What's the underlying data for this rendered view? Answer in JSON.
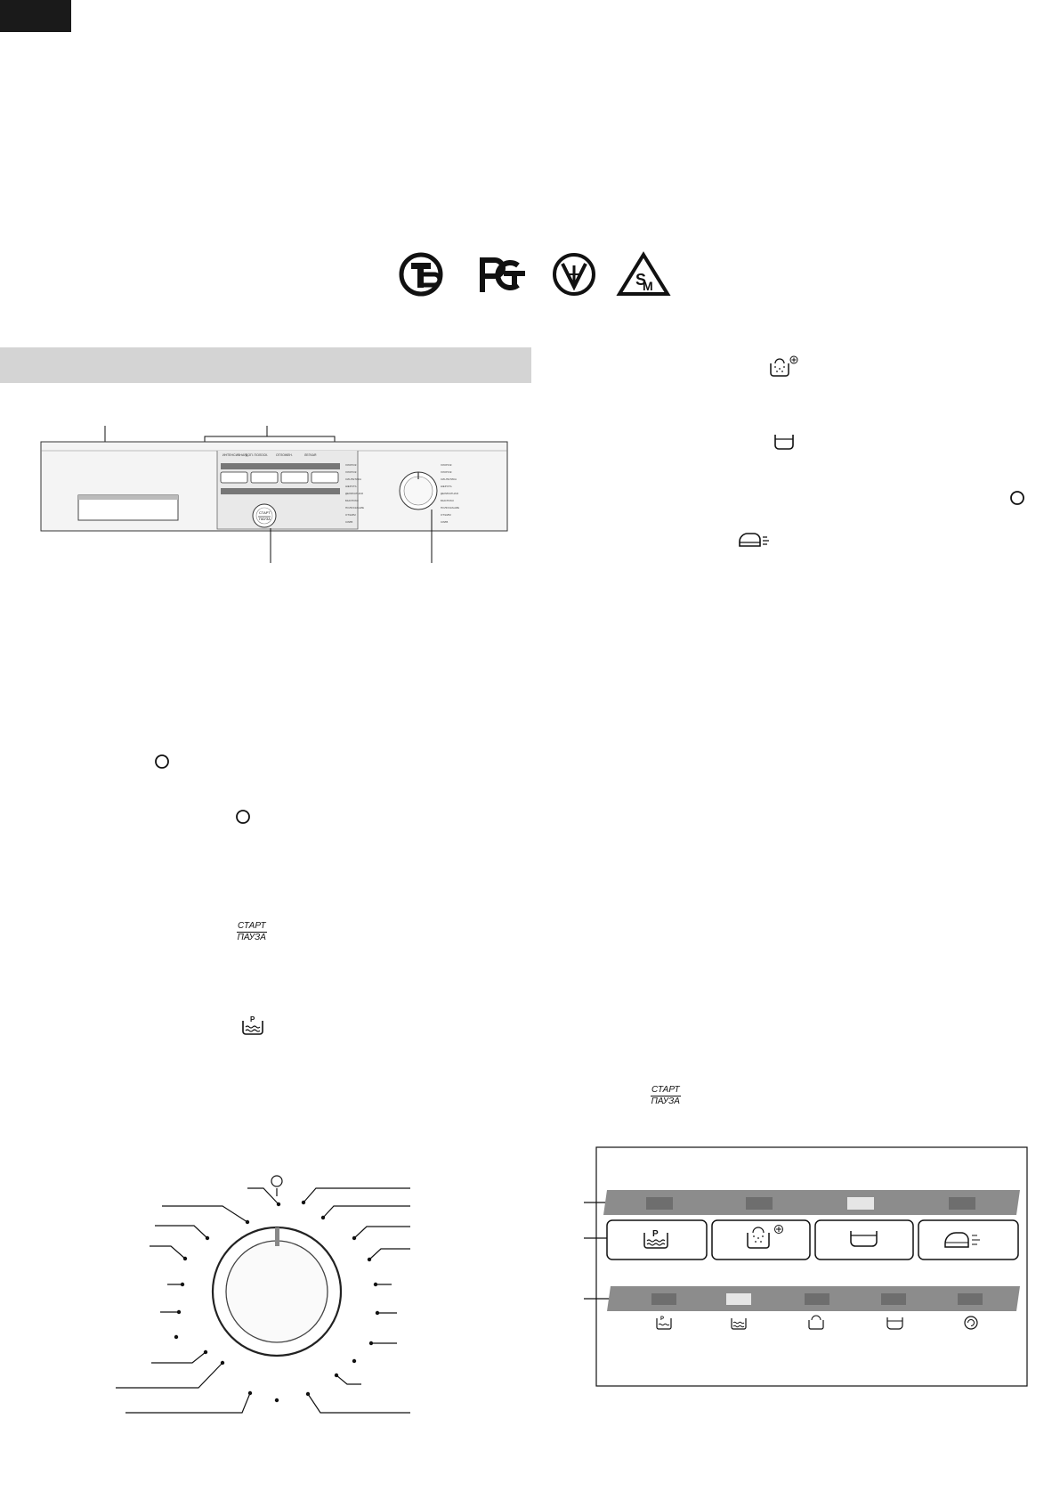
{
  "page": {
    "background": "#ffffff",
    "section_bar_color": "#d4d4d4",
    "corner_block_color": "#1a1a1a"
  },
  "certifications": [
    {
      "name": "tb-mark-icon"
    },
    {
      "name": "pct-mark-icon"
    },
    {
      "name": "ukraine-trident-mark-icon"
    },
    {
      "name": "sm-mark-icon"
    }
  ],
  "icons": [
    "intensive-wash-icon",
    "tub-icon",
    "stain-circle-icon",
    "easy-iron-icon",
    "stain-circle-icon",
    "stain-circle-icon",
    "prewash-tub-icon"
  ],
  "start_pause": {
    "top": "СТАРТ",
    "bottom": "ПАУЗА"
  },
  "panel": {
    "button_labels": [
      "СТАРТ",
      "ПАУЗА"
    ],
    "dial_mark": "O"
  },
  "detail": {
    "button_icons": [
      "prewash-tub-icon",
      "intensive-wash-icon",
      "tub-icon",
      "easy-iron-icon"
    ],
    "lamp_icons": [
      "prewash-tub-icon",
      "wash-tub-icon",
      "rinse-icon",
      "tub-icon",
      "spin-icon"
    ],
    "lit_top_lamp": 3,
    "lit_bottom_lamp": 2
  }
}
